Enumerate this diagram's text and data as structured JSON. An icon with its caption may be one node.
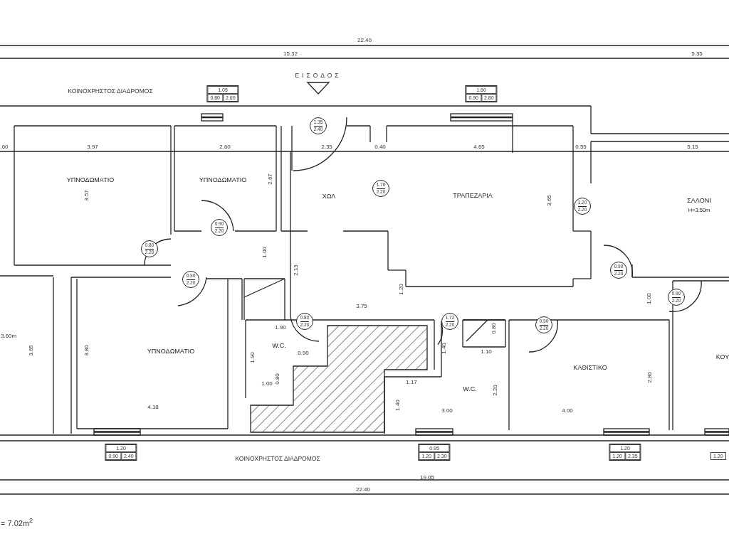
{
  "diagram": {
    "nodes": [
      {
        "text": [
          "ΥΠΝΟΔΩΜΑΤΙΟ"
        ]
      },
      {
        "text": [
          "ΥΠΝΟΔΩΜΑΤΙΟ"
        ]
      },
      {
        "text": [
          "ΧΩΛ"
        ]
      },
      {
        "text": [
          "ΤΡΑΠΕΖΑΡΙΑ"
        ]
      },
      {
        "text": [
          "ΣΑΛΟΝΙ",
          "H=3.50m"
        ]
      },
      {
        "text": [
          "ΥΠΝΟΔΩΜΑΤΙΟ"
        ]
      },
      {
        "text": [
          "W.C."
        ]
      },
      {
        "text": [
          "W.C."
        ]
      },
      {
        "text": [
          "ΚΑΘΙΣΤΙΚΟ"
        ]
      },
      {
        "text": [
          "ΚΟΥ"
        ]
      }
    ],
    "labels": [
      "22.40",
      "15.32",
      "5.35",
      "ΚΟΙΝΟΧΡΗΣΤΟΣ ΔΙΑΔΡΟΜΟΣ",
      "1.05",
      "0.80",
      "2.60",
      "ΕΙΣΟΔΟΣ",
      "1.60",
      "0.90",
      "2.80",
      "1.35",
      "2.40",
      ".60",
      "3.97",
      "2.60",
      "2.35",
      "0.40",
      "4.65",
      "0.55",
      "5.15",
      "3.57",
      "2.67",
      "3.65",
      "1.70",
      "2.20",
      "1.20",
      "2.20",
      "0.90",
      "2.20",
      "0.80",
      "2.20",
      "1.00",
      "0.90",
      "2.20",
      "2.13",
      "1.20",
      "0.90",
      "2.20",
      "1.00",
      "0.90",
      "2.20",
      "3.60m",
      "3.75",
      "0.80",
      "2.20",
      "1.72",
      "2.20",
      "0.90",
      "2.20",
      "0.80",
      "1.90",
      "0.90",
      "1.90",
      "1.40",
      "1.10",
      "3.65",
      "3.80",
      "0.80",
      "1.00",
      "1.17",
      "2.20",
      "2.80",
      "1.40",
      "4.18",
      "3.00",
      "4.00",
      "1.20",
      "0.90",
      "2.40",
      "0.95",
      "1.20",
      "2.30",
      "1.20",
      "1.20",
      "2.35",
      "1.20",
      "ΚΟΙΝΟΧΡΗΣΤΟΣ ΔΙΑΔΡΟΜΟΣ",
      "19.05",
      "22.40",
      "= 7.02m$^{2}$"
    ]
  }
}
